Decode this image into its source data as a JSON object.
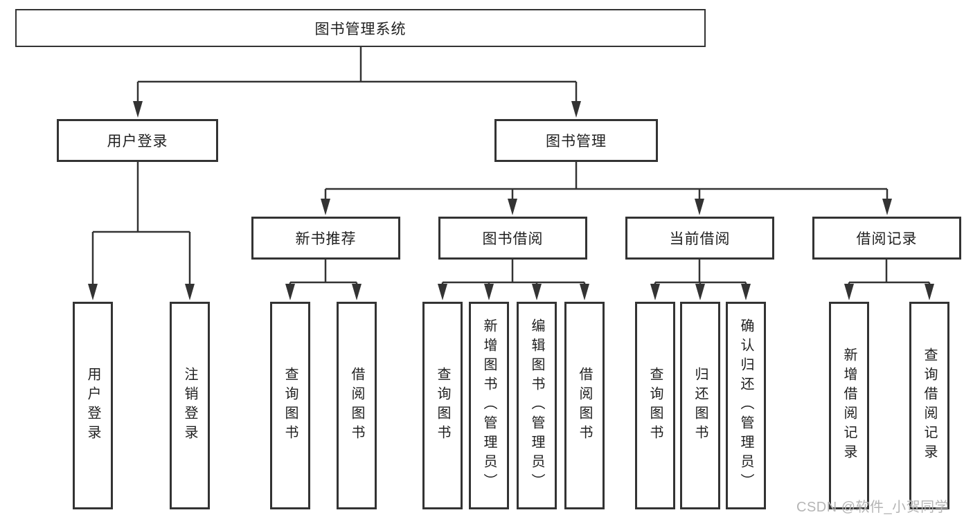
{
  "tree": {
    "label": "图书管理系统",
    "children": [
      {
        "label": "用户登录",
        "children": [
          {
            "label": "用户登录"
          },
          {
            "label": "注销登录"
          }
        ]
      },
      {
        "label": "图书管理",
        "children": [
          {
            "label": "新书推荐",
            "children": [
              {
                "label": "查询图书"
              },
              {
                "label": "借阅图书"
              }
            ]
          },
          {
            "label": "图书借阅",
            "children": [
              {
                "label": "查询图书"
              },
              {
                "label": "新增图书（管理员）"
              },
              {
                "label": "编辑图书（管理员）"
              },
              {
                "label": "借阅图书"
              }
            ]
          },
          {
            "label": "当前借阅",
            "children": [
              {
                "label": "查询图书"
              },
              {
                "label": "归还图书"
              },
              {
                "label": "确认归还（管理员）"
              }
            ]
          },
          {
            "label": "借阅记录",
            "children": [
              {
                "label": "新增借阅记录"
              },
              {
                "label": "查询借阅记录"
              }
            ]
          }
        ]
      }
    ]
  },
  "watermark": {
    "text": "CSDN @软件_小贺同学"
  },
  "colors": {
    "line": "#333333",
    "text": "#1f1f1f",
    "watermark": "#b5b5b5",
    "background": "#ffffff"
  }
}
